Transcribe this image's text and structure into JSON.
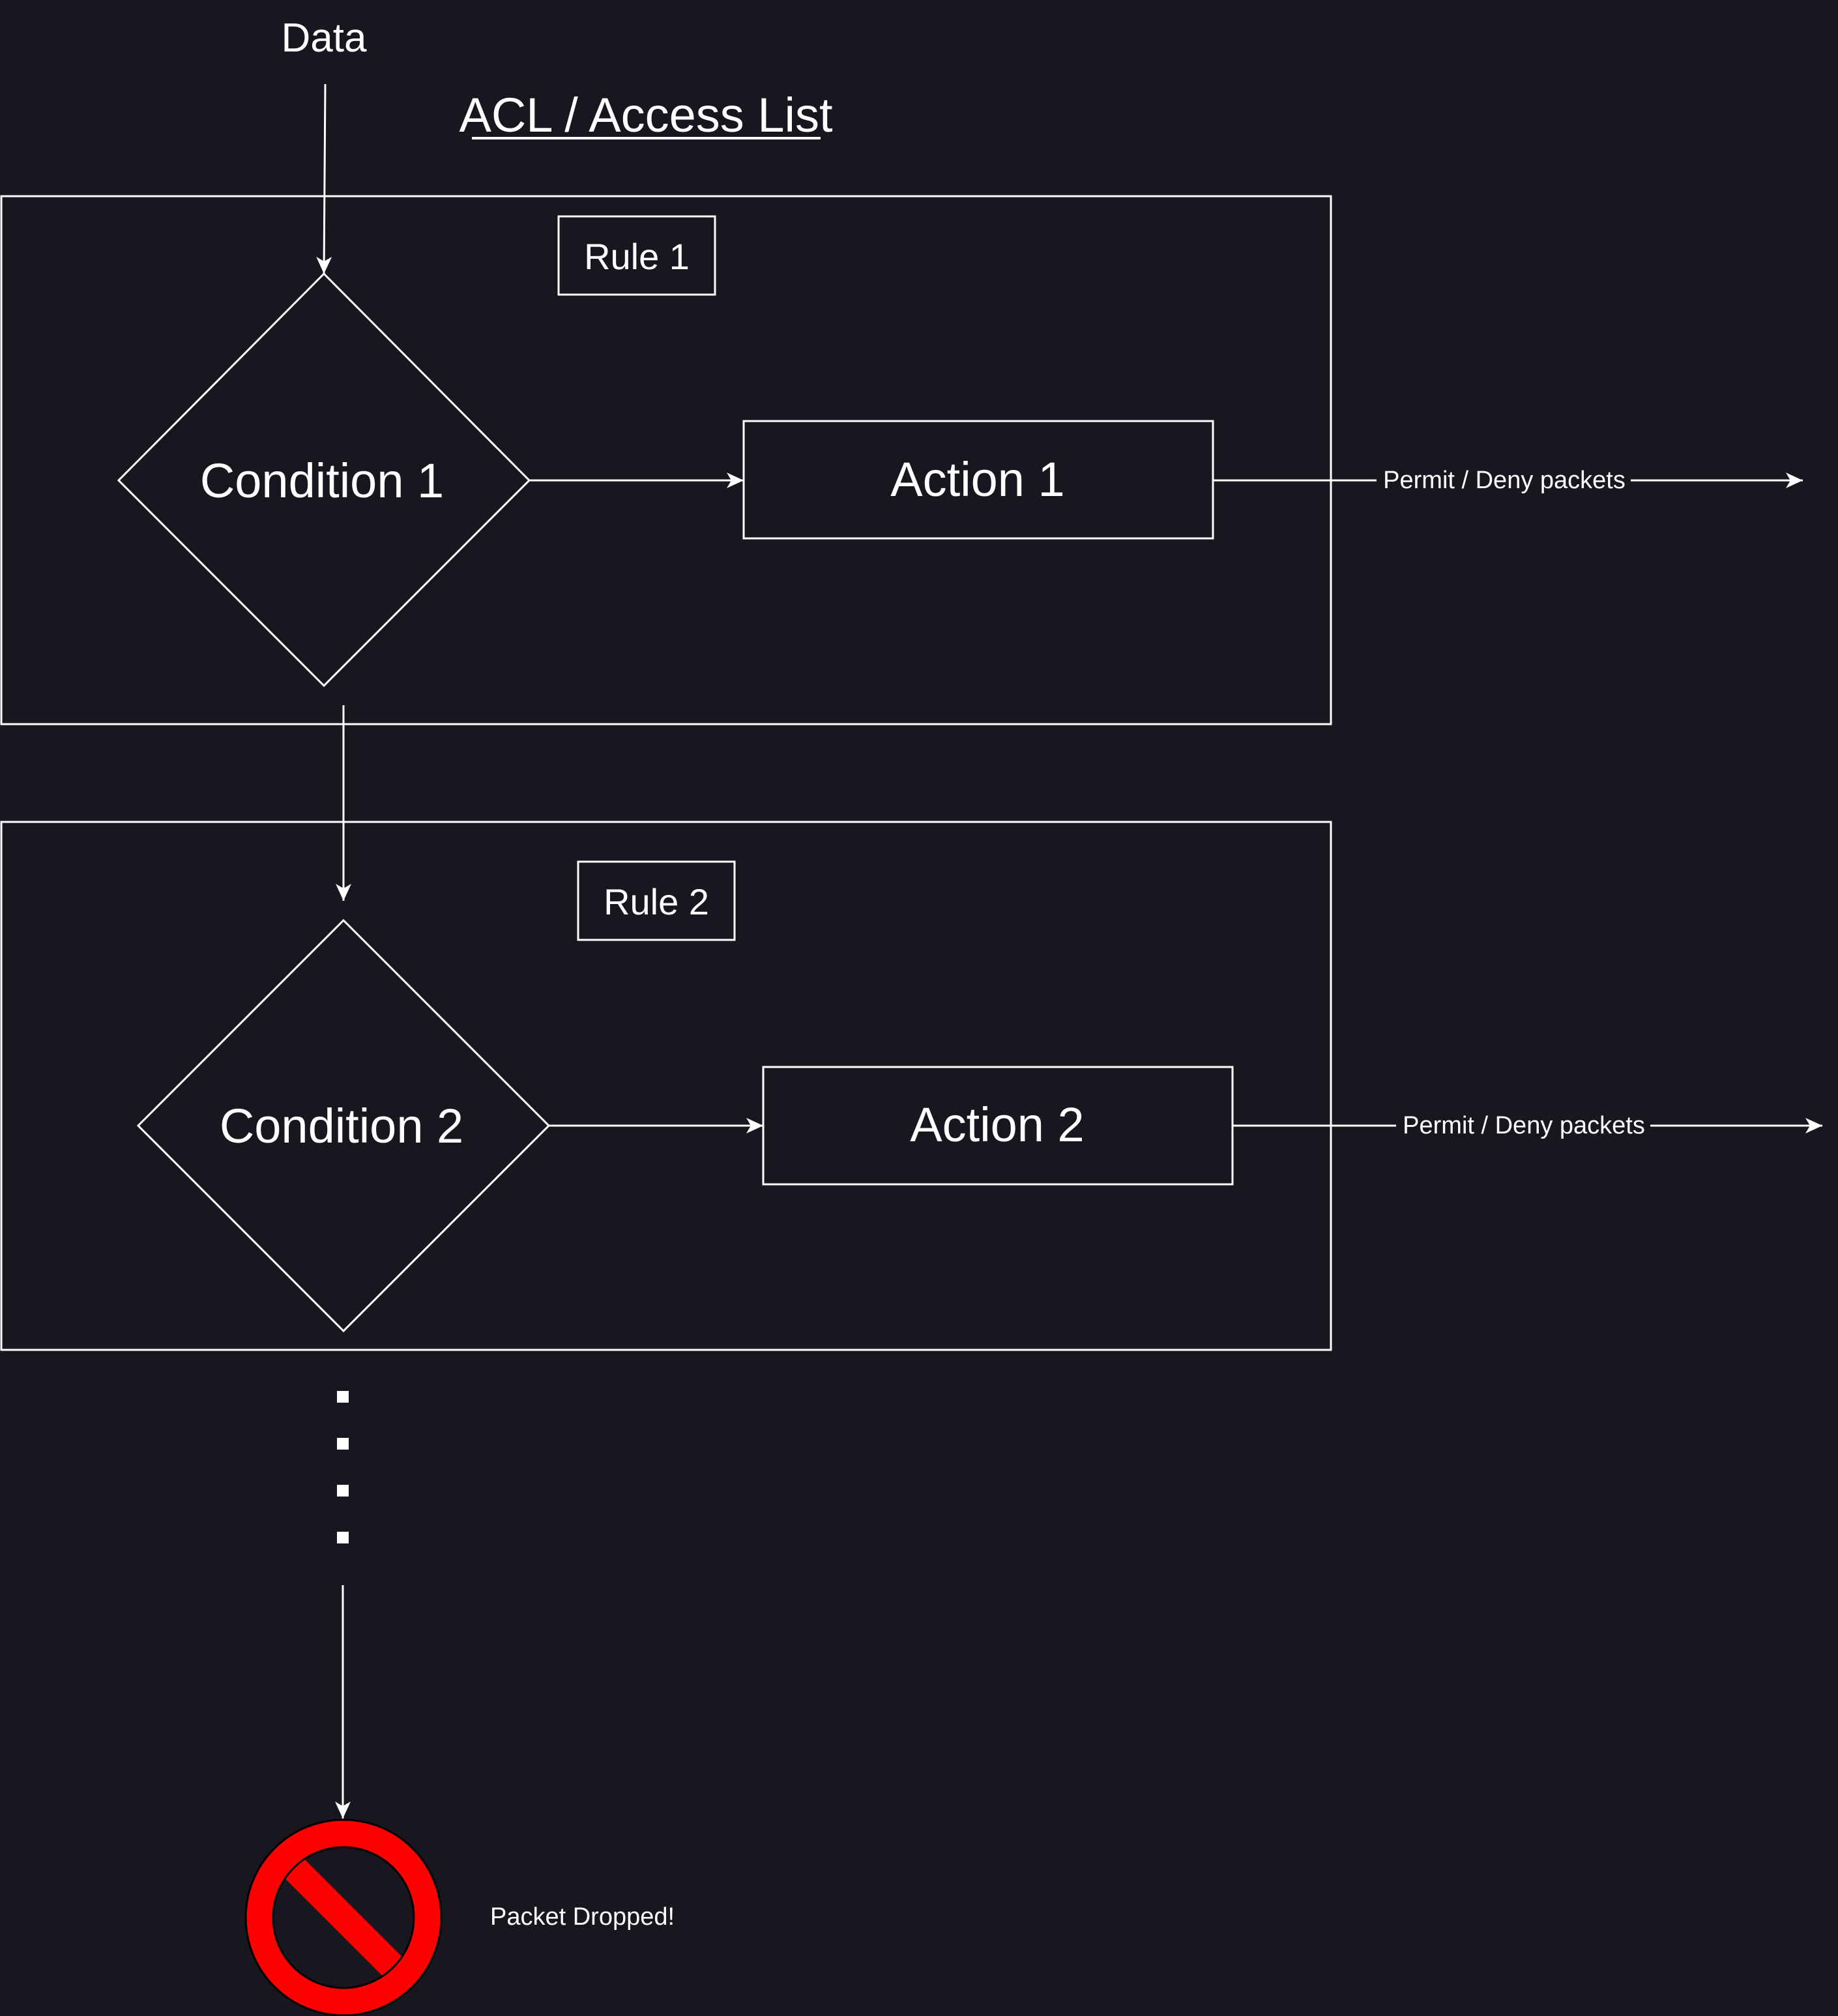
{
  "data_label": "Data",
  "title": "ACL / Access List",
  "rules": [
    {
      "label": "Rule 1",
      "condition": "Condition 1",
      "action": "Action 1",
      "output": "Permit / Deny packets"
    },
    {
      "label": "Rule 2",
      "condition": "Condition 2",
      "action": "Action 2",
      "output": "Permit / Deny packets"
    }
  ],
  "end": {
    "icon": "prohibited-icon",
    "label": "Packet Dropped!"
  },
  "colors": {
    "background": "#18161f",
    "line": "#ffffff",
    "prohibited": "#ff0000"
  }
}
